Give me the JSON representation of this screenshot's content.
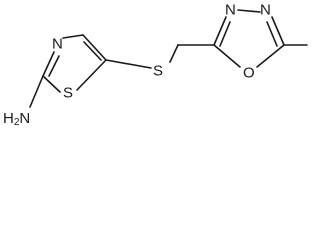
{
  "molecule": {
    "atoms": {
      "thiazole_n": "N",
      "thiazole_s": "S",
      "amine_n": "H",
      "amine_sub": "2",
      "amine_n2": "N",
      "thioether_s": "S",
      "oxadiazole_n1": "N",
      "oxadiazole_n2": "N",
      "oxadiazole_o": "O"
    },
    "colors": {
      "bond": "#1a1a1a",
      "label": "#1a1a1a",
      "background": "#ffffff"
    }
  }
}
